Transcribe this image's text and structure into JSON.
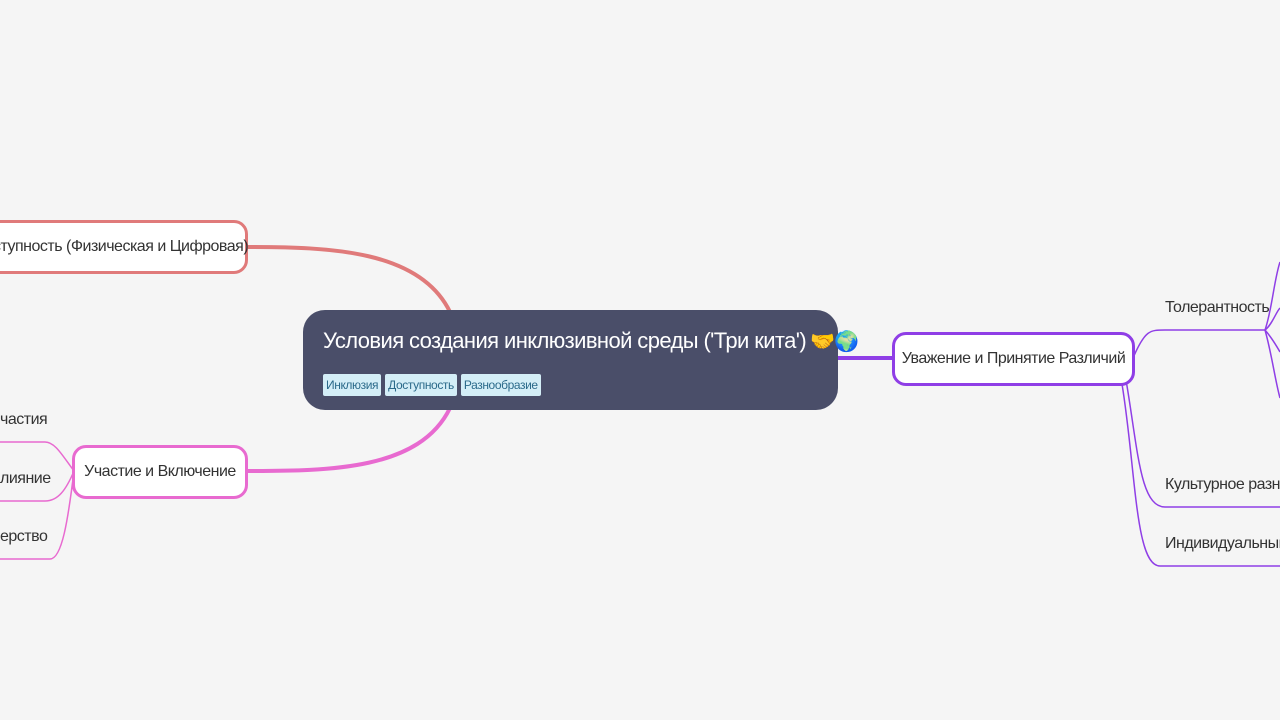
{
  "root": {
    "title": "Условия создания инклюзивной среды ('Три кита')",
    "emoji": "🤝🌍",
    "tags": [
      "Инклюзия",
      "Доступность",
      "Разнообразие"
    ]
  },
  "left_branches": {
    "access": {
      "label": "Доступность (Физическая и Цифровая)",
      "visible_label": "ступность (Физическая и Цифровая)"
    },
    "participation": {
      "label": "Участие и Включение",
      "children": [
        "частия",
        "лияние",
        "ерство"
      ]
    }
  },
  "right_branches": {
    "respect": {
      "label": "Уважение и Принятие Различий",
      "children": [
        "Толерантность",
        "Культурное разнос",
        "Индивидуальный"
      ]
    }
  },
  "colors": {
    "background": "#f5f5f5",
    "root": "#4a4e69",
    "access": "#e07a7a",
    "participation": "#e86ad0",
    "respect": "#8f3ee6",
    "tag_bg": "#d4eef7"
  }
}
